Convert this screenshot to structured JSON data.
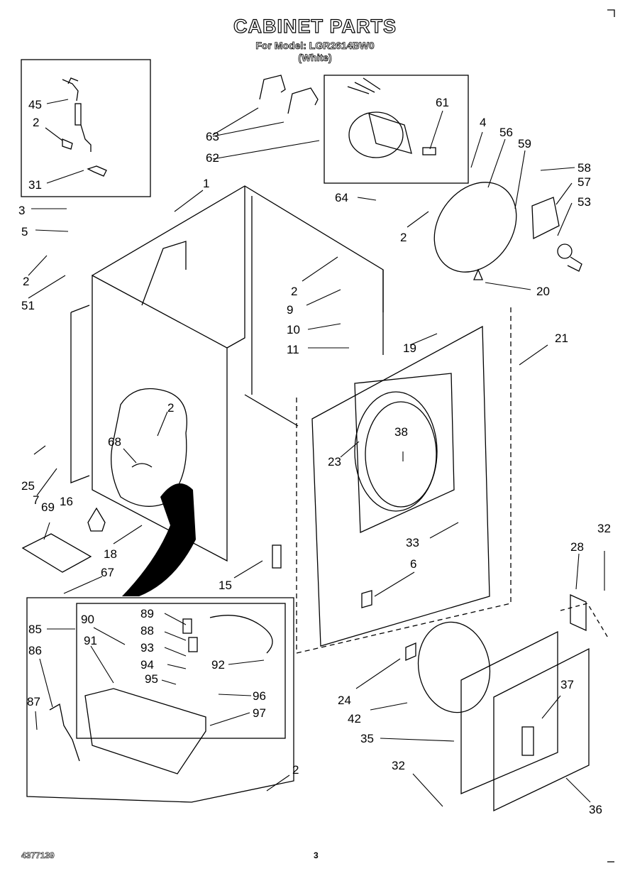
{
  "header": {
    "title": "CABINET PARTS",
    "model_line": "For Model: LGR2614BW0",
    "color_line": "(White)"
  },
  "footer": {
    "doc_number": "4377139",
    "page_number": "3"
  },
  "callouts": [
    "45",
    "2",
    "31",
    "3",
    "5",
    "2",
    "51",
    "1",
    "63",
    "62",
    "61",
    "4",
    "56",
    "59",
    "58",
    "57",
    "53",
    "64",
    "2",
    "2",
    "9",
    "10",
    "11",
    "19",
    "20",
    "21",
    "2",
    "68",
    "25",
    "7",
    "16",
    "69",
    "18",
    "67",
    "23",
    "38",
    "33",
    "6",
    "15",
    "85",
    "86",
    "87",
    "90",
    "91",
    "89",
    "88",
    "93",
    "94",
    "95",
    "92",
    "96",
    "97",
    "2",
    "28",
    "32",
    "24",
    "42",
    "35",
    "37",
    "32",
    "36"
  ]
}
